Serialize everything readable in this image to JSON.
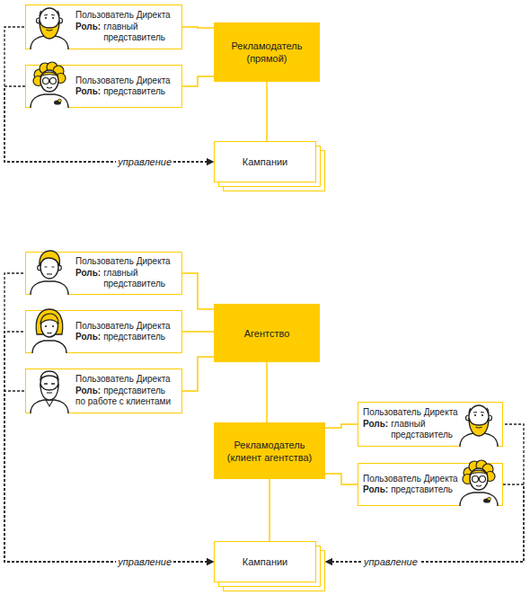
{
  "diagram": {
    "nodes": [
      {
        "text": [
          "Пользователь Директа",
          "Роль:",
          "главный представитель"
        ]
      },
      {
        "text": [
          "Пользователь Директа",
          "Роль:",
          "представитель"
        ]
      },
      {
        "text": [
          "Рекламодатель (прямой)"
        ]
      },
      {
        "text": [
          "Кампании"
        ]
      },
      {
        "text": [
          "Пользователь Директа",
          "Роль:",
          "главный представитель"
        ]
      },
      {
        "text": [
          "Пользователь Директа",
          "Роль:",
          "представитель"
        ]
      },
      {
        "text": [
          "Пользователь Директа",
          "Роль:",
          "представитель по работе с клиентами"
        ]
      },
      {
        "text": [
          "Агентство"
        ]
      },
      {
        "text": [
          "Пользователь Директа",
          "Роль:",
          "главный представитель"
        ]
      },
      {
        "text": [
          "Пользователь Директа",
          "Роль:",
          "представитель"
        ]
      },
      {
        "text": [
          "Рекламодатель (клиент агентства)"
        ]
      },
      {
        "text": [
          "Кампании"
        ]
      }
    ],
    "edges": [
      {
        "from": 0,
        "to": 2,
        "arrow": "none"
      },
      {
        "from": 1,
        "to": 2,
        "arrow": "none"
      },
      {
        "from": 2,
        "to": 3,
        "arrow": "none"
      },
      {
        "from": 0,
        "to": 3,
        "arrow": "to",
        "label": "управление"
      },
      {
        "from": 1,
        "to": 3,
        "arrow": "to"
      },
      {
        "from": 4,
        "to": 7,
        "arrow": "none"
      },
      {
        "from": 5,
        "to": 7,
        "arrow": "none"
      },
      {
        "from": 6,
        "to": 7,
        "arrow": "none"
      },
      {
        "from": 7,
        "to": 10,
        "arrow": "none"
      },
      {
        "from": 8,
        "to": 10,
        "arrow": "none"
      },
      {
        "from": 9,
        "to": 10,
        "arrow": "none"
      },
      {
        "from": 10,
        "to": 11,
        "arrow": "none"
      },
      {
        "from": 4,
        "to": 11,
        "arrow": "to",
        "label": "управление"
      },
      {
        "from": 5,
        "to": 11,
        "arrow": "to"
      },
      {
        "from": 6,
        "to": 11,
        "arrow": "to"
      },
      {
        "from": 8,
        "to": 11,
        "arrow": "to",
        "label": "управление"
      },
      {
        "from": 9,
        "to": 11,
        "arrow": "to"
      }
    ]
  }
}
